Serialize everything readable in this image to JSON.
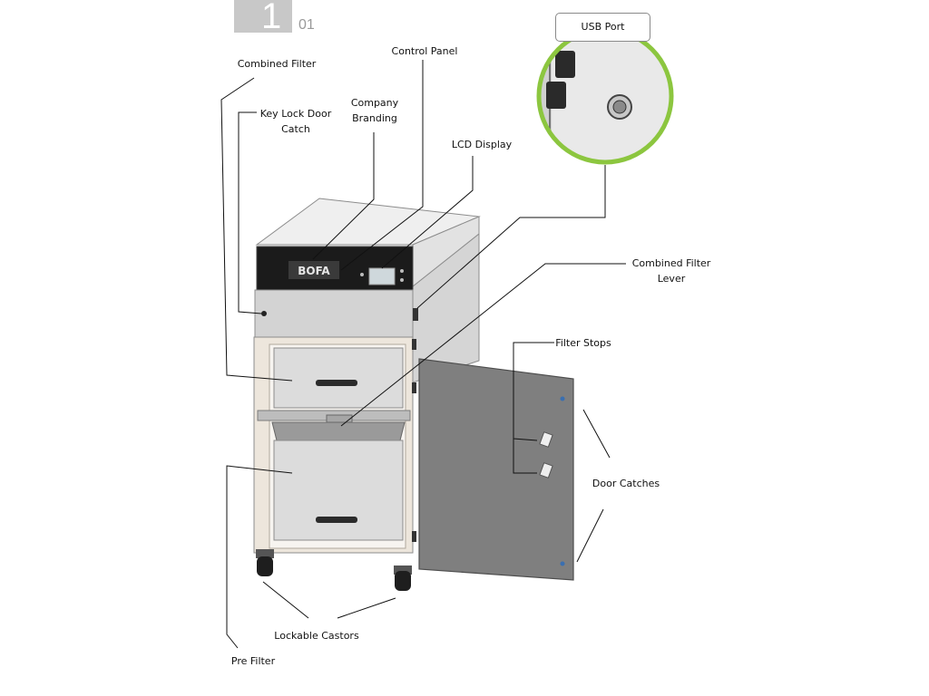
{
  "page": {
    "number": "1",
    "sub_number": "01"
  },
  "brand_logo_text": "BOFA",
  "labels": {
    "combined_filter": "Combined Filter",
    "key_lock_door_catch": "Key Lock Door Catch",
    "company_branding": "Company Branding",
    "control_panel": "Control Panel",
    "lcd_display": "LCD Display",
    "usb_port": "USB Port",
    "combined_filter_lever": "Combined Filter Lever",
    "filter_stops": "Filter Stops",
    "door_catches": "Door Catches",
    "lockable_castors": "Lockable Castors",
    "pre_filter": "Pre Filter"
  },
  "colors": {
    "inset_ring": "#8cc63f",
    "door": "#7f7f7f",
    "cabinet": "#dcdcdc",
    "control_panel": "#1a1a1a"
  }
}
